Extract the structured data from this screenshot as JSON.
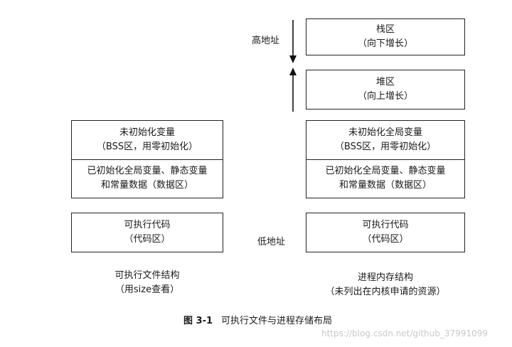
{
  "left": {
    "bss_box": {
      "line1": "未初始化变量",
      "line2": "（BSS区，用零初始化）"
    },
    "data_box": {
      "line1": "已初始化全局变量、静态变量",
      "line2": "和常量数据（数据区）"
    },
    "code_box": {
      "line1": "可执行代码",
      "line2": "（代码区）"
    },
    "caption": {
      "line1": "可执行文件结构",
      "line2": "（用size查看）"
    }
  },
  "right": {
    "stack_box": {
      "line1": "栈区",
      "line2": "（向下增长）"
    },
    "heap_box": {
      "line1": "堆区",
      "line2": "（向上增长）"
    },
    "bss_box": {
      "line1": "未初始化全局变量",
      "line2": "（BSS区，用零初始化）"
    },
    "data_box": {
      "line1": "已初始化全局变量、静态变量",
      "line2": "和常量数据（数据区）"
    },
    "code_box": {
      "line1": "可执行代码",
      "line2": "（代码区）"
    },
    "caption": {
      "line1": "进程内存结构",
      "line2": "（未列出在内核申请的资源）"
    }
  },
  "labels": {
    "high_addr": "高地址",
    "low_addr": "低地址"
  },
  "figure": {
    "number": "图 3-1",
    "title": "可执行文件与进程存储布局"
  },
  "watermark": "https://blog.csdn.net/github_37991099"
}
